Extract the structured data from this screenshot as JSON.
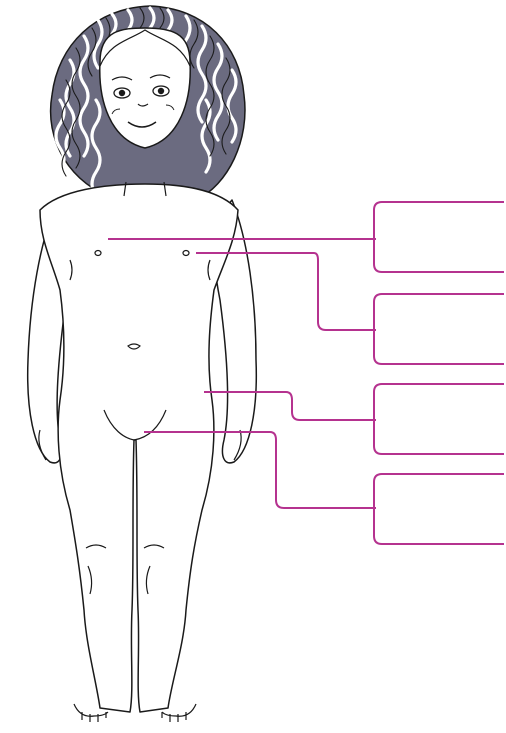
{
  "diagram": {
    "accent_color": "#b5328f",
    "outline_color": "#1a1a1a",
    "hair_color": "#55556a",
    "labels": [
      {
        "id": "box-1",
        "text": ""
      },
      {
        "id": "box-2",
        "text": ""
      },
      {
        "id": "box-3",
        "text": ""
      },
      {
        "id": "box-4",
        "text": ""
      }
    ]
  }
}
